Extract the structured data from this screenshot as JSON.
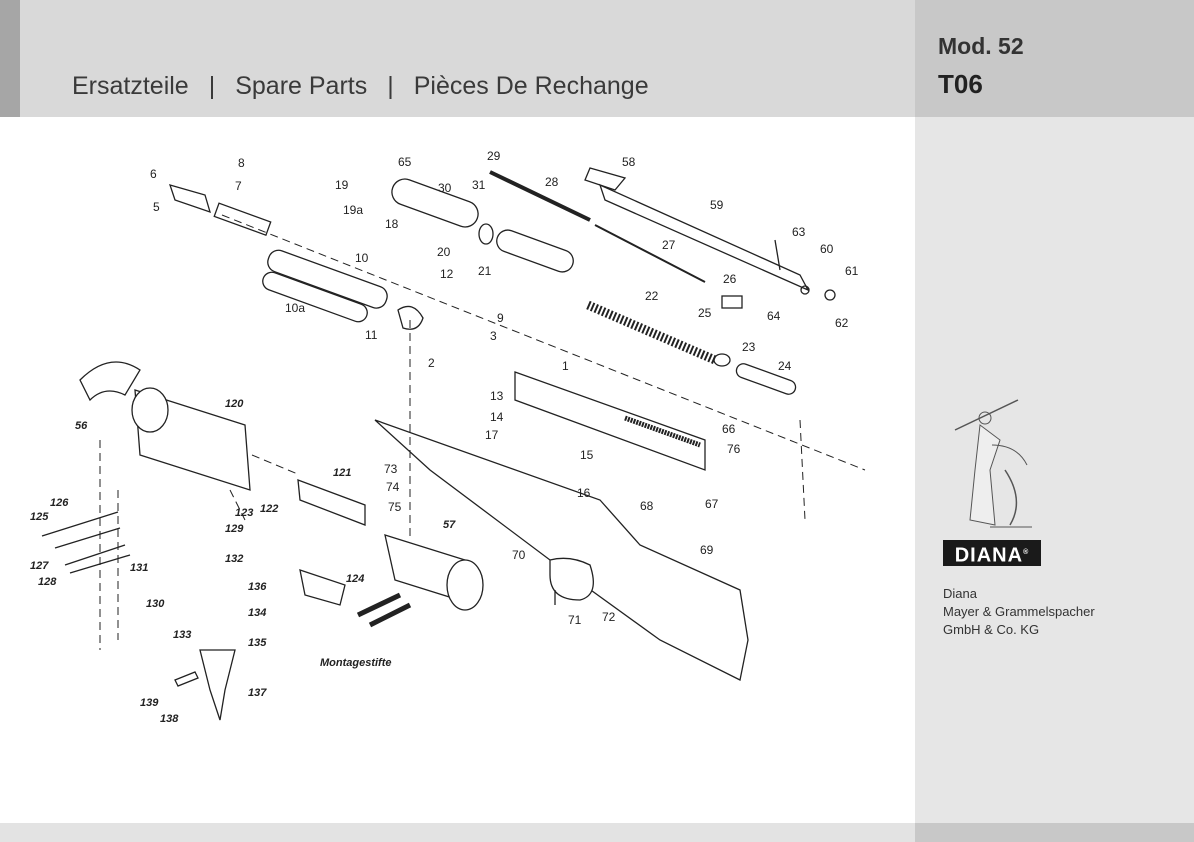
{
  "header": {
    "title_de": "Ersatzteile",
    "separator": "|",
    "title_en": "Spare Parts",
    "title_fr": "Pièces De Rechange",
    "model": "Mod. 52",
    "code": "T06"
  },
  "brand": {
    "logo_text": "DIANA",
    "company_lines": [
      "Diana",
      "Mayer & Grammelspacher",
      "GmbH & Co. KG"
    ]
  },
  "diagram": {
    "labels": [
      "6",
      "8",
      "7",
      "5",
      "19",
      "65",
      "19a",
      "18",
      "30",
      "31",
      "29",
      "28",
      "58",
      "59",
      "63",
      "60",
      "61",
      "62",
      "64",
      "25",
      "26",
      "27",
      "10",
      "10a",
      "11",
      "12",
      "9",
      "3",
      "2",
      "20",
      "21",
      "22",
      "23",
      "24",
      "1",
      "13",
      "14",
      "17",
      "15",
      "16",
      "66",
      "76",
      "68",
      "67",
      "56",
      "120",
      "121",
      "122",
      "123",
      "124",
      "57",
      "73",
      "74",
      "75",
      "126",
      "125",
      "127",
      "128",
      "129",
      "131",
      "132",
      "130",
      "136",
      "134",
      "133",
      "135",
      "137",
      "139",
      "138",
      "70",
      "71",
      "72",
      "69"
    ],
    "note": "Montagestifte"
  },
  "colors": {
    "header_bg": "#d9d9d9",
    "side_bg": "#e6e6e6",
    "accent": "#a6a6a6"
  }
}
